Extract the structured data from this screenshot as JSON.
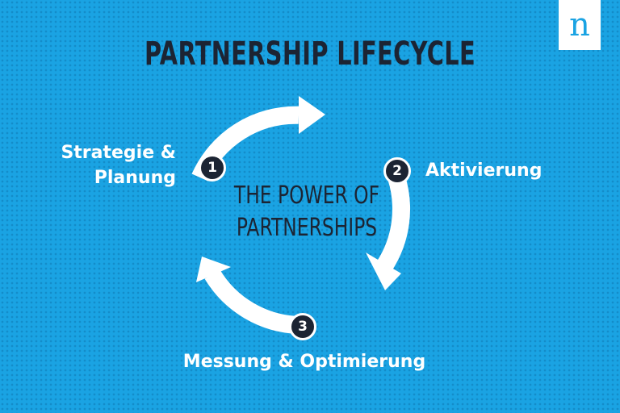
{
  "title": "PARTNERSHIP LIFECYCLE",
  "logo": {
    "letter": "n"
  },
  "center": {
    "line1": "THE POWER OF",
    "line2": "PARTNERSHIPS"
  },
  "steps": [
    {
      "number": "1",
      "line1": "Strategie &",
      "line2": "Planung"
    },
    {
      "number": "2",
      "label": "Aktivierung"
    },
    {
      "number": "3",
      "label": "Messung & Optimierung"
    }
  ],
  "colors": {
    "background": "#1aa3e3",
    "dark": "#1c2433",
    "arrows": "#ffffff"
  }
}
